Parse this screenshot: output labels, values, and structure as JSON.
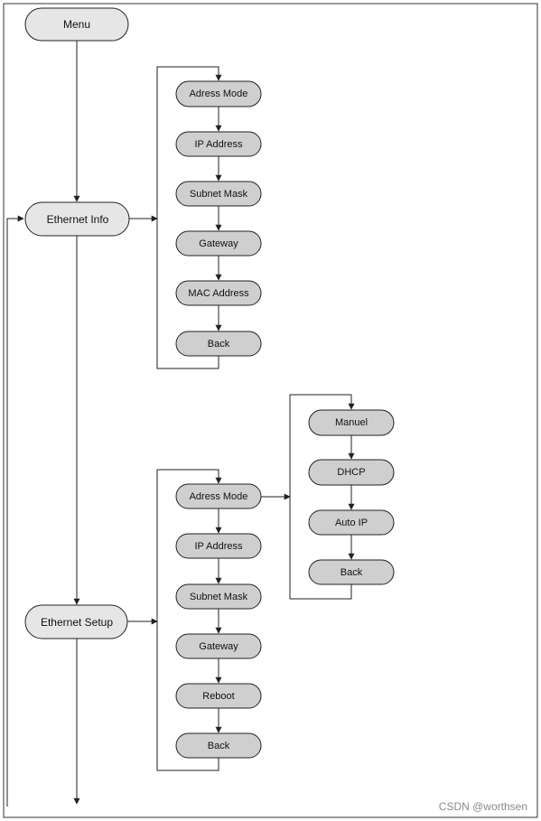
{
  "main_nodes": {
    "menu": "Menu",
    "ethernet_info": "Ethernet Info",
    "ethernet_setup": "Ethernet Setup"
  },
  "ethernet_info_items": [
    "Adress Mode",
    "IP Address",
    "Subnet Mask",
    "Gateway",
    "MAC Address",
    "Back"
  ],
  "ethernet_setup_items": [
    "Adress Mode",
    "IP Address",
    "Subnet Mask",
    "Gateway",
    "Reboot",
    "Back"
  ],
  "adress_mode_items": [
    "Manuel",
    "DHCP",
    "Auto IP",
    "Back"
  ],
  "watermark": "CSDN @worthsen",
  "colors": {
    "main_node_fill": "#e6e6e6",
    "sub_node_fill": "#cfcfcf",
    "line": "#222222"
  }
}
